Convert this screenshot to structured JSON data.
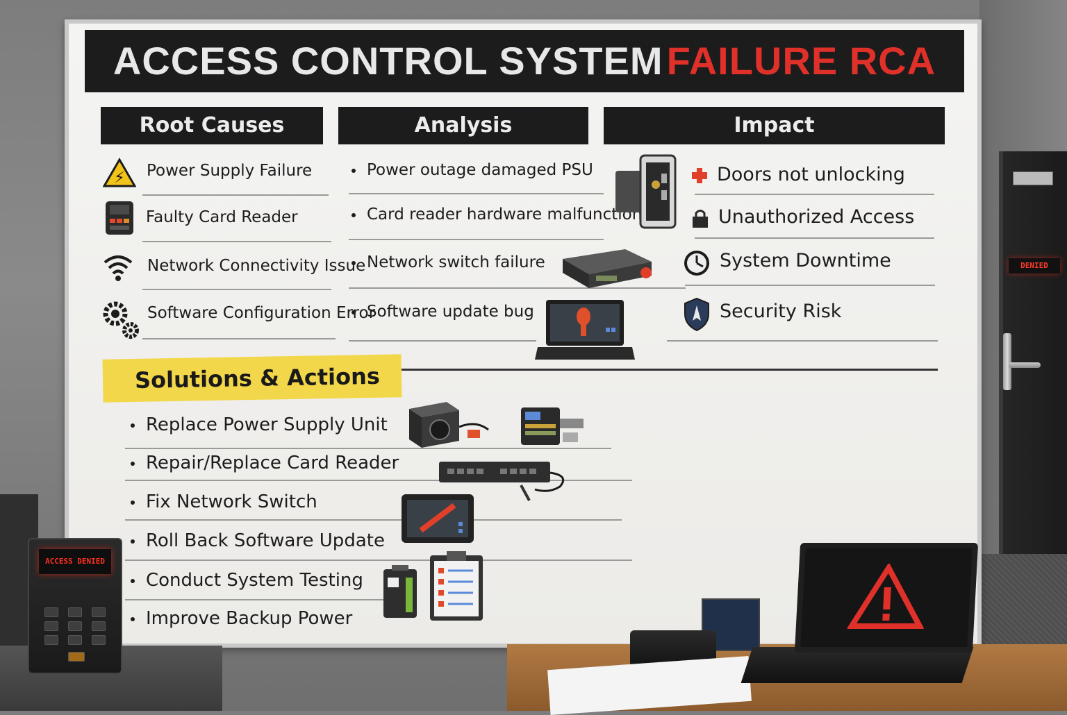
{
  "title": {
    "part1": "ACCESS CONTROL SYSTEM",
    "part2": "FAILURE RCA"
  },
  "columns": {
    "root_causes": {
      "header": "Root Causes",
      "items": [
        {
          "label": "Power Supply Failure",
          "icon": "warning-icon"
        },
        {
          "label": "Faulty Card Reader",
          "icon": "card-reader-icon"
        },
        {
          "label": "Network Connectivity Issue",
          "icon": "wifi-icon"
        },
        {
          "label": "Software Configuration Error",
          "icon": "gears-icon"
        }
      ]
    },
    "analysis": {
      "header": "Analysis",
      "items": [
        {
          "label": "Power outage damaged PSU"
        },
        {
          "label": "Card reader hardware malfunction"
        },
        {
          "label": "Network switch failure"
        },
        {
          "label": "Software update bug"
        }
      ]
    },
    "impact": {
      "header": "Impact",
      "items": [
        {
          "label": "Doors not unlocking",
          "icon": "door-icon"
        },
        {
          "label": "Unauthorized Access",
          "icon": "lock-icon"
        },
        {
          "label": "System Downtime",
          "icon": "clock-icon"
        },
        {
          "label": "Security Risk",
          "icon": "shield-icon"
        }
      ]
    }
  },
  "solutions": {
    "header": "Solutions & Actions",
    "items": [
      "Replace Power Supply Unit",
      "Repair/Replace Card Reader",
      "Fix Network Switch",
      "Roll Back Software Update",
      "Conduct System Testing",
      "Improve Backup Power"
    ]
  },
  "scene": {
    "keypad_display": "ACCESS DENIED",
    "door_display": "DENIED"
  },
  "colors": {
    "title_red": "#e0302a",
    "header_bg": "#1c1c1c",
    "highlight_yellow": "#f3d74a",
    "alert_red": "#ff3020"
  }
}
